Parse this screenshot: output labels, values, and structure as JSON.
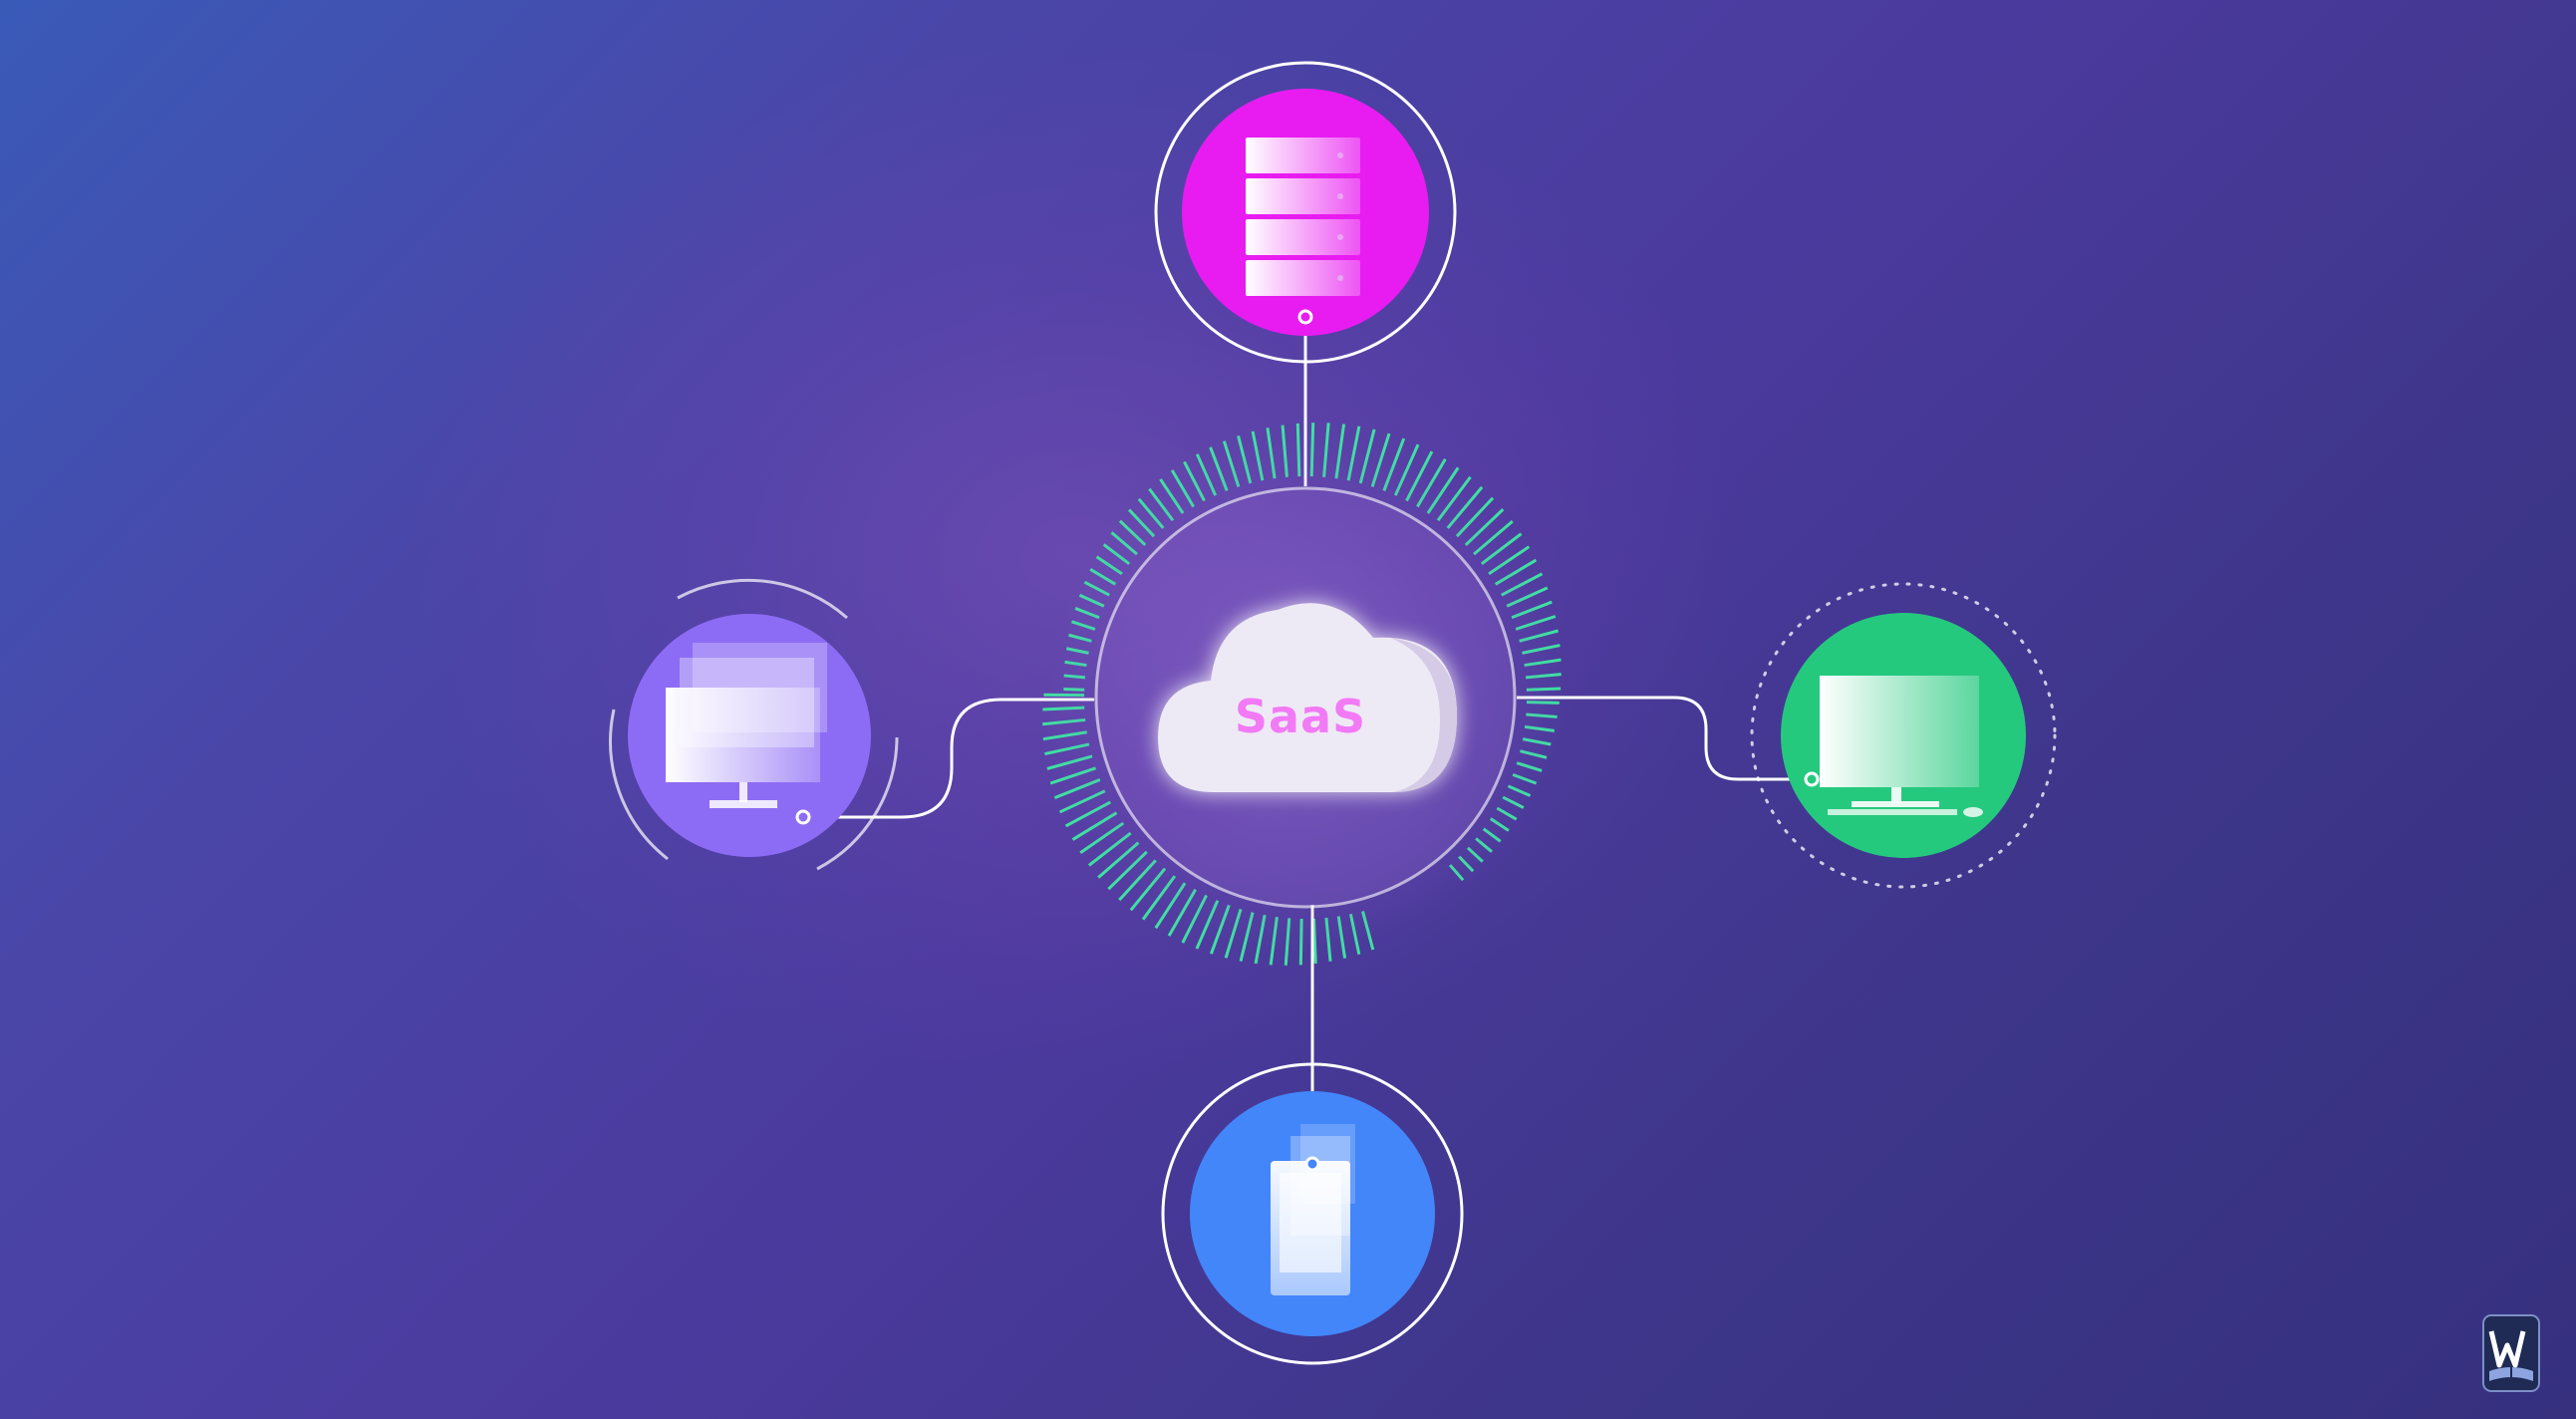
{
  "diagram": {
    "center_label": "SaaS",
    "colors": {
      "server_node": "#e81cf0",
      "desktop_node_left": "#8d6cf5",
      "desktop_node_right": "#25c97e",
      "mobile_node": "#4286fa",
      "radial_ticks": "#3fe0a2",
      "connectors": "#ffffff",
      "saas_text": "#f27af5"
    },
    "nodes": [
      {
        "name": "server",
        "icon": "server-rack-icon"
      },
      {
        "name": "desktop-left",
        "icon": "desktop-monitor-icon"
      },
      {
        "name": "desktop-right",
        "icon": "desktop-computer-icon"
      },
      {
        "name": "mobile",
        "icon": "mobile-phone-icon"
      }
    ]
  },
  "watermark": {
    "icon": "w-book-logo-icon"
  }
}
